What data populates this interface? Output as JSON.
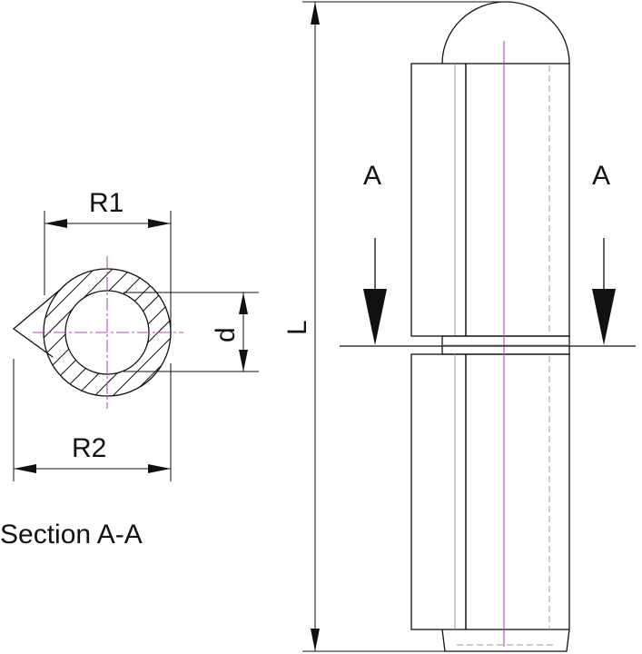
{
  "section_view": {
    "width_top_label": "R1",
    "width_bottom_label": "R2",
    "inner_diameter_label": "d",
    "caption": "Section A-A"
  },
  "side_view": {
    "length_label": "L",
    "cut_left_label": "A",
    "cut_right_label": "A"
  }
}
